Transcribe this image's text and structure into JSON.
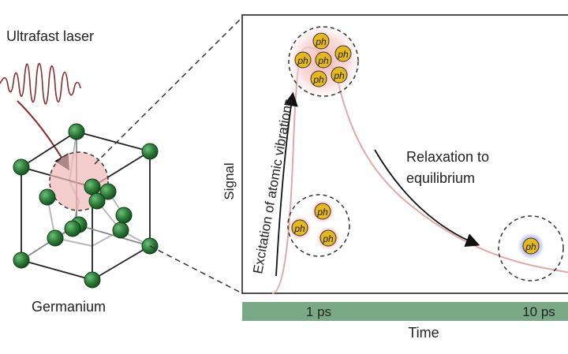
{
  "labels": {
    "laser": "Ultrafast laser",
    "material": "Germanium",
    "y_axis": "Signal",
    "x_axis": "Time",
    "excitation": "Excitation of atomic vibrations",
    "relaxation_line1": "Relaxation to",
    "relaxation_line2": "equilibrium",
    "phonon": "ph"
  },
  "time_bar": {
    "ticks": [
      "1 ps",
      "10 ps"
    ],
    "color": "#7aa985"
  },
  "colors": {
    "atom": "#2e7d3a",
    "laser_wave": "#8a2b2b",
    "glow": "#f2c6c6",
    "curve": "#e0a9a5",
    "phonon_fill": "#e6b820",
    "phonon_glow_hot": "#f0b8b8",
    "phonon_glow_cold": "#a9b0e6"
  }
}
